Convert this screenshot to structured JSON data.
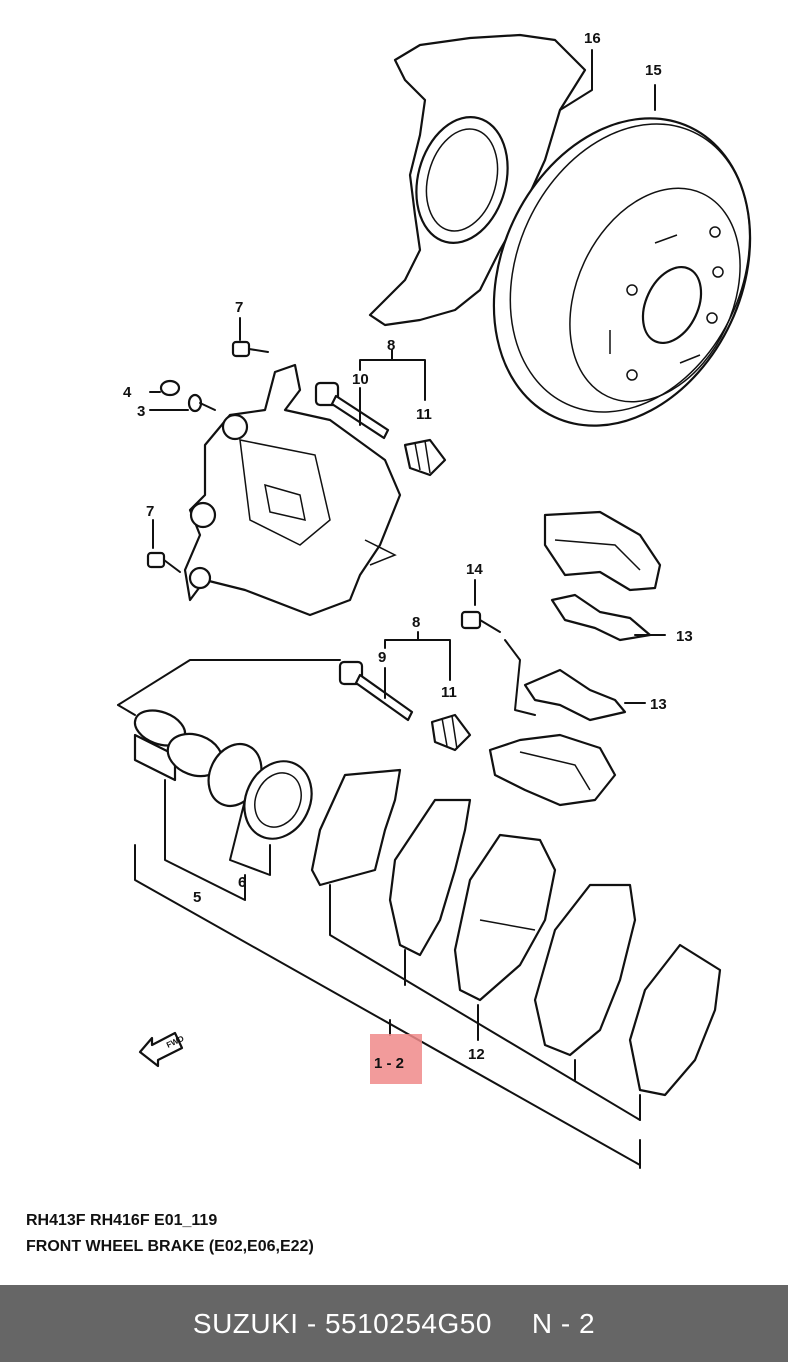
{
  "callouts": {
    "c16": "16",
    "c15": "15",
    "c7a": "7",
    "c8a": "8",
    "c10": "10",
    "c4": "4",
    "c3": "3",
    "c11a": "11",
    "c7b": "7",
    "c14": "14",
    "c13a": "13",
    "c8b": "8",
    "c9": "9",
    "c13b": "13",
    "c11b": "11",
    "c5": "5",
    "c6": "6",
    "c12": "12",
    "c12main": "1 - 2"
  },
  "fwd_label": "FWD",
  "caption": {
    "line1": "RH413F RH416F E01_119",
    "line2": "FRONT WHEEL BRAKE (E02,E06,E22)"
  },
  "footer": {
    "brand": "SUZUKI - 5510254G50",
    "page": "N - 2"
  },
  "colors": {
    "highlight": "#f08a8a",
    "footer_bg": "#666666",
    "footer_text": "#ffffff"
  }
}
